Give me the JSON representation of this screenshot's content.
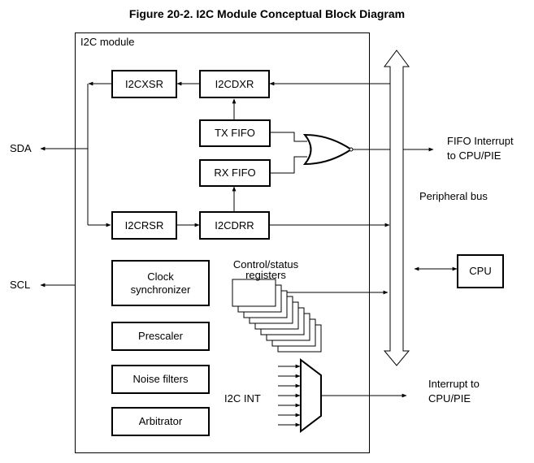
{
  "title": "Figure 20-2. I2C Module Conceptual Block Diagram",
  "module_label": "I2C module",
  "blocks": {
    "i2cxsr": "I2CXSR",
    "i2cdxr": "I2CDXR",
    "tx_fifo": "TX FIFO",
    "rx_fifo": "RX FIFO",
    "i2crsr": "I2CRSR",
    "i2cdrr": "I2CDRR",
    "clock_sync_line1": "Clock",
    "clock_sync_line2": "synchronizer",
    "prescaler": "Prescaler",
    "noise_filters": "Noise filters",
    "arbitrator": "Arbitrator",
    "cpu": "CPU"
  },
  "labels": {
    "sda": "SDA",
    "scl": "SCL",
    "fifo_interrupt_line1": "FIFO Interrupt",
    "fifo_interrupt_line2": "to CPU/PIE",
    "peripheral_bus": "Peripheral bus",
    "control_status_line1": "Control/status",
    "control_status_line2": "registers",
    "i2c_int": "I2C INT",
    "interrupt_line1": "Interrupt to",
    "interrupt_line2": "CPU/PIE"
  }
}
